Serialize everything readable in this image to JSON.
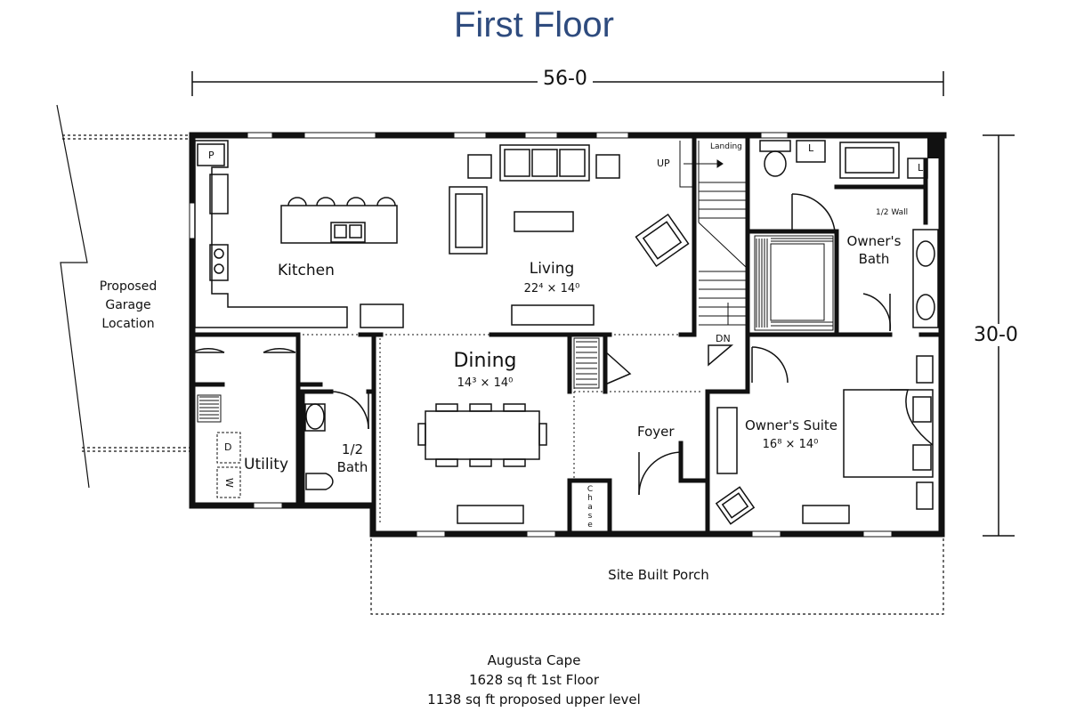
{
  "title": "First Floor",
  "dimensions": {
    "width": "56-0",
    "depth": "30-0"
  },
  "rooms": {
    "kitchen": {
      "name": "Kitchen"
    },
    "living": {
      "name": "Living",
      "size": "22⁴ × 14⁰"
    },
    "dining": {
      "name": "Dining",
      "size": "14³ × 14⁰"
    },
    "foyer": {
      "name": "Foyer"
    },
    "owners_suite": {
      "name": "Owner's Suite",
      "size": "16⁸ × 14⁰"
    },
    "owners_bath": {
      "name_line1": "Owner's",
      "name_line2": "Bath"
    },
    "utility": {
      "name": "Utility"
    },
    "half_bath": {
      "name_line1": "1/2",
      "name_line2": "Bath"
    },
    "porch": {
      "name": "Site Built Porch"
    }
  },
  "labels": {
    "pantry": "P",
    "up": "UP",
    "landing": "Landing",
    "down": "DN",
    "linen_1": "L",
    "linen_2": "L",
    "half_wall": "1/2 Wall",
    "dryer": "D",
    "washer": "W",
    "chase": "Chase",
    "garage_line1": "Proposed",
    "garage_line2": "Garage",
    "garage_line3": "Location"
  },
  "caption": {
    "line1": "Augusta Cape",
    "line2": "1628 sq ft 1st Floor",
    "line3": "1138 sq ft proposed upper level"
  }
}
